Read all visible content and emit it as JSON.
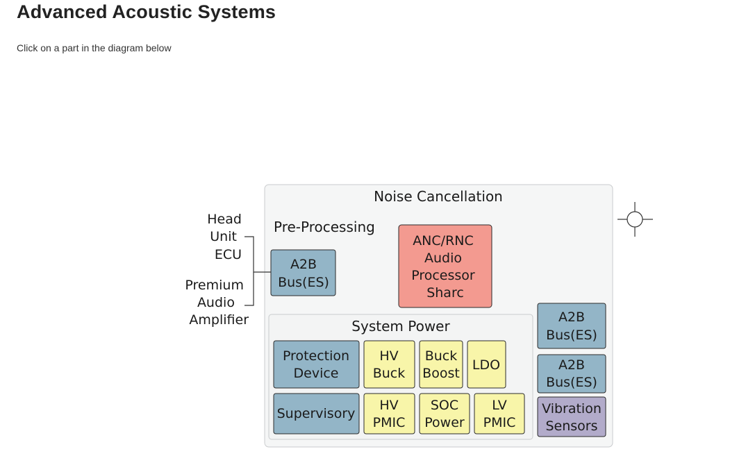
{
  "page": {
    "title": "Advanced Acoustic Systems",
    "subtitle": "Click on a part in the diagram below"
  },
  "diagram": {
    "noise_cancellation": {
      "title": "Noise Cancellation"
    },
    "pre_processing": {
      "title": "Pre-Processing"
    },
    "system_power": {
      "title": "System Power"
    },
    "external": {
      "head_unit_ecu": [
        "Head",
        "Unit",
        "ECU"
      ],
      "premium_audio_amplifier": [
        "Premium",
        "Audio",
        "Amplifier"
      ]
    },
    "blocks": {
      "a2b_pre": [
        "A2B",
        "Bus(ES)"
      ],
      "anc_processor": [
        "ANC/RNC",
        "Audio",
        "Processor",
        "Sharc"
      ],
      "protection_device": [
        "Protection",
        "Device"
      ],
      "hv_buck": [
        "HV",
        "Buck"
      ],
      "buck_boost": [
        "Buck",
        "Boost"
      ],
      "ldo": [
        "LDO"
      ],
      "supervisory": [
        "Supervisory"
      ],
      "hv_pmic": [
        "HV",
        "PMIC"
      ],
      "soc_power": [
        "SOC",
        "Power"
      ],
      "lv_pmic": [
        "LV",
        "PMIC"
      ],
      "a2b_right_1": [
        "A2B",
        "Bus(ES)"
      ],
      "a2b_right_2": [
        "A2B",
        "Bus(ES)"
      ],
      "vibration_sensors": [
        "Vibration",
        "Sensors"
      ]
    },
    "colors": {
      "interface_blue": "#93b5c7",
      "power_yellow": "#f8f5a9",
      "processor_red": "#f39a90",
      "sensor_purple": "#b2abca"
    },
    "icons": {
      "cursor": "crosshair-icon"
    }
  }
}
